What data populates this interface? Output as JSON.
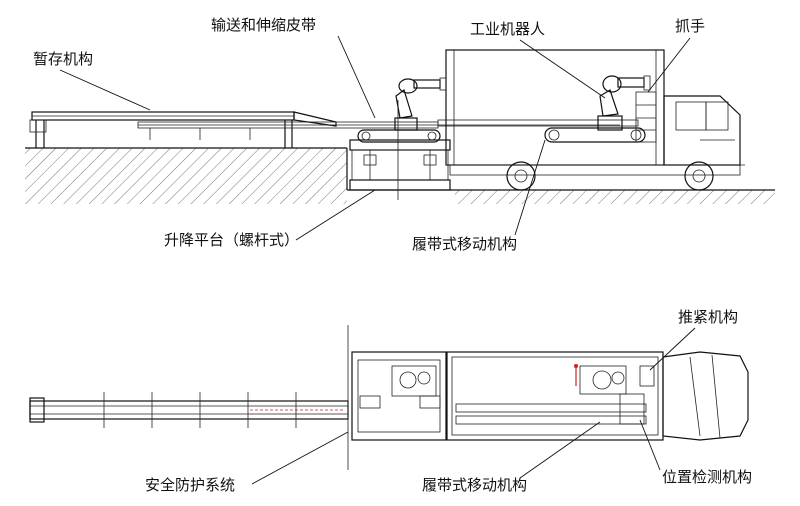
{
  "labels": {
    "temp_storage": "暂存机构",
    "conveyor_belt": "输送和伸缩皮带",
    "industrial_robot": "工业机器人",
    "gripper": "抓手",
    "lift_platform": "升降平台（螺杆式）",
    "crawler_top": "履带式移动机构",
    "push_tight": "推紧机构",
    "safety_system": "安全防护系统",
    "crawler_bottom": "履带式移动机构",
    "position_detect": "位置检测机构"
  },
  "colors": {
    "line": "#111111",
    "accent_red": "#cc2222"
  }
}
